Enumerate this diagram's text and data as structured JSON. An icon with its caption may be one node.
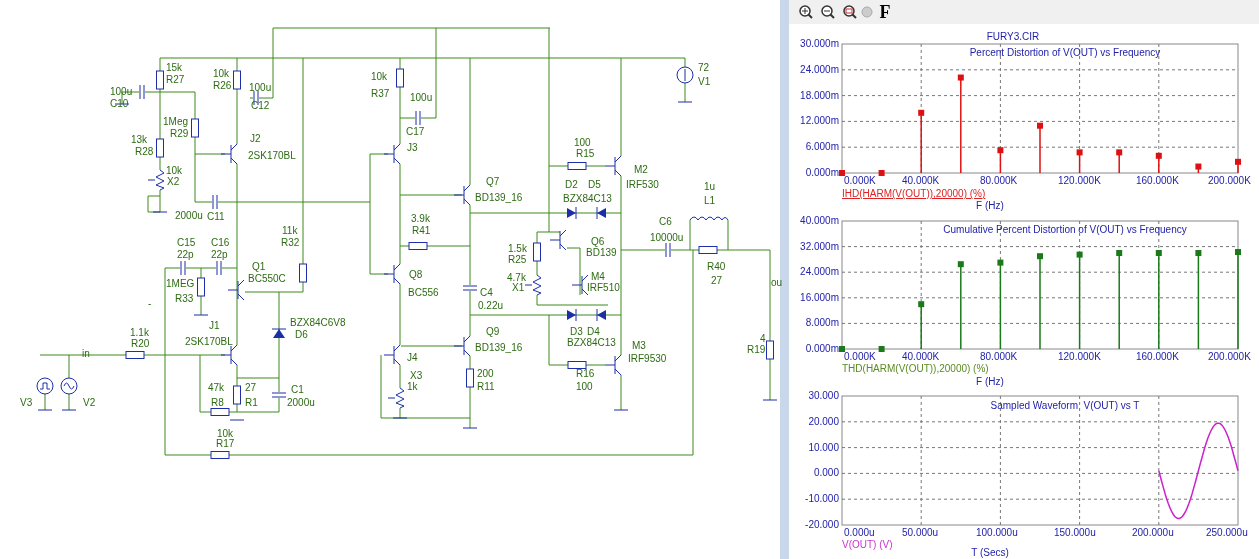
{
  "diagram": {
    "labels": [
      "15k",
      "R27",
      "10k",
      "R26",
      "100u",
      "C10",
      "100u",
      "C12",
      "1Meg",
      "R29",
      "J2",
      "2SK170BL",
      "13k",
      "R28",
      "10k",
      "X2",
      "2000u",
      "C11",
      "11k",
      "C15",
      "C16",
      "R32",
      "22p",
      "22p",
      "Q1",
      "BC550C",
      "1MEG",
      "R33",
      "-",
      "BZX84C6V8",
      "D6",
      "J1",
      "2SK170BL",
      "1.1k",
      "R20",
      "in",
      "47k",
      "27",
      "C1",
      "V3",
      "V2",
      "R8",
      "R1",
      "2000u",
      "10k",
      "R17",
      "10k",
      "R37",
      "100u",
      "C17",
      "J3",
      "Q7",
      "BD139_16",
      "3.9k",
      "R41",
      "Q8",
      "BC556",
      "C4",
      "0.22u",
      "Q9",
      "BD139_16",
      "J4",
      "X3",
      "1k",
      "200",
      "R11",
      "100",
      "R15",
      "M2",
      "D2",
      "D5",
      "IRF530",
      "BZX84C13",
      "72",
      "V1",
      "1u",
      "L1",
      "C6",
      "10000u",
      "1.5k",
      "R25",
      "Q6",
      "BD139",
      "4.7k",
      "X1",
      "M4",
      "IRF510",
      "R40",
      "27",
      "ou",
      "D3",
      "D4",
      "BZX84C13",
      "M3",
      "IRF9530",
      "R16",
      "100",
      "4",
      "R19",
      "F",
      "FURY3.CIR",
      "Percent Distortion of V(OUT) vs Frequency",
      "30.000m",
      "24.000m",
      "18.000m",
      "12.000m",
      "6.000m",
      "0.000m",
      "0.000K",
      "40.000K",
      "80.000K",
      "120.000K",
      "160.000K",
      "200.000K",
      "IHD(HARM(V(OUT)),20000) (%)",
      "F (Hz)",
      "Cumulative Percent Distortion of V(OUT) vs Frequency",
      "40.000m",
      "32.000m",
      "24.000m",
      "16.000m",
      "8.000m",
      "0.000m",
      "0.000K",
      "40.000K",
      "80.000K",
      "120.000K",
      "160.000K",
      "200.000K",
      "THD(HARM(V(OUT)),20000) (%)",
      "F (Hz)",
      "Sampled Waveform  V(OUT) vs T",
      "30.000",
      "20.000",
      "10.000",
      "0.000",
      "-10.000",
      "-20.000",
      "0.000u",
      "50.000u",
      "100.000u",
      "150.000u",
      "200.000u",
      "250.000u",
      "V(OUT) (V)",
      "T (Secs)"
    ]
  }
}
